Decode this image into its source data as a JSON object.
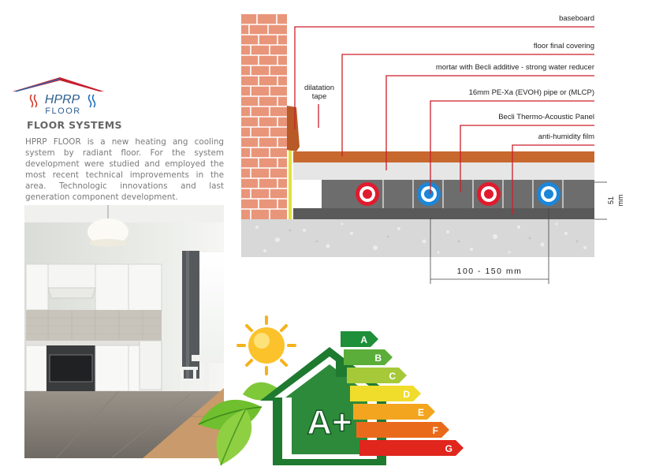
{
  "brand": {
    "logo_main": "HPRP",
    "logo_sub": "FLOOR",
    "section_title": "FLOOR SYSTEMS",
    "intro": "HPRP FLOOR is a new heating ang cooling system by radiant floor. For the system development were studied and employed the most recent technical improvements in the area. Technologic innovations and last generation component development."
  },
  "diagram": {
    "labels": {
      "baseboard": "baseboard",
      "final_covering": "floor final covering",
      "mortar": "mortar with Becli additive - strong water reducer",
      "pipe": "16mm PE-Xa (EVOH) pipe  or (MLCP)",
      "panel": "Becli Thermo-Acoustic Panel",
      "film": "anti-humidity film",
      "dilatation_1": "dilatation",
      "dilatation_2": "tape"
    },
    "thickness_value": "51",
    "thickness_unit": "mm",
    "spacing": "100 - 150 mm",
    "colors": {
      "leader": "#cc1f2a",
      "hot_pipe": "#e01b2d",
      "cold_pipe": "#1c86d8",
      "covering": "#c7682f",
      "brick": "#e9957a",
      "panel": "#6d6d6d",
      "concrete": "#d8d8d8"
    }
  },
  "energy": {
    "badge": "A+",
    "classes": [
      "A",
      "B",
      "C",
      "D",
      "E",
      "F",
      "G"
    ],
    "class_colors": [
      "#1f8f3a",
      "#5cae3b",
      "#a6c93a",
      "#f0dc2b",
      "#f3a51f",
      "#ea6a1c",
      "#e0261d"
    ]
  }
}
